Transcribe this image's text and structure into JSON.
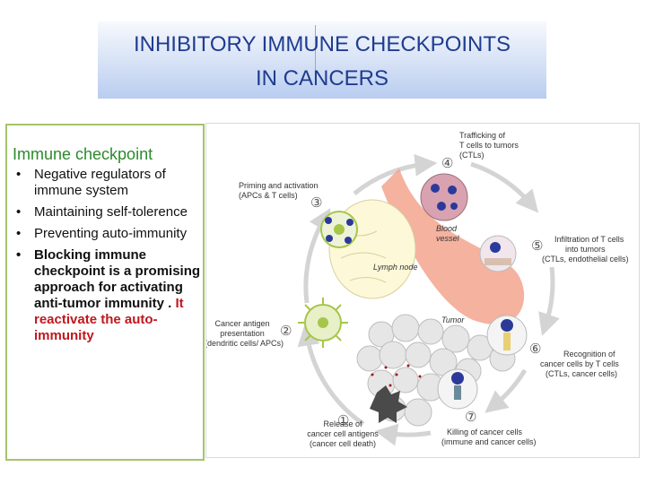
{
  "title": {
    "line1": "INHIBITORY IMMUNE CHECKPOINTS",
    "line2": "IN CANCERS"
  },
  "left_panel": {
    "heading": "Immune checkpoint",
    "bullet": "•",
    "items": [
      {
        "text": "Negative regulators of immune system"
      },
      {
        "text": "Maintaining  self-tolerence"
      },
      {
        "text": "Preventing auto-immunity"
      },
      {
        "text": "Blocking immune checkpoint is a promising approach for activating anti-tumor immunity . ",
        "highlight": "It reactivate  the auto-immunity"
      }
    ]
  },
  "diagram": {
    "steps": [
      {
        "num": "①",
        "line1": "Release of",
        "line2": "cancer cell antigens",
        "line3": "(cancer cell death)"
      },
      {
        "num": "②",
        "line1": "Cancer antigen",
        "line2": "presentation",
        "line3": "(dendritic cells/ APCs)"
      },
      {
        "num": "③",
        "line1": "Priming and activation",
        "line2": "(APCs & T cells)"
      },
      {
        "num": "④",
        "line1": "Trafficking of",
        "line2": "T cells to tumors",
        "line3": "(CTLs)"
      },
      {
        "num": "⑤",
        "line1": "Infiltration of T cells",
        "line2": "into tumors",
        "line3": "(CTLs, endothelial cells)"
      },
      {
        "num": "⑥",
        "line1": "Recognition of",
        "line2": "cancer cells by T cells",
        "line3": "(CTLs, cancer cells)"
      },
      {
        "num": "⑦",
        "line1": "Killing of cancer cells",
        "line2": "(immune and cancer cells)"
      }
    ],
    "labels": {
      "vessel1": "Blood",
      "vessel2": "vessel",
      "lymph": "Lymph node",
      "tumor": "Tumor"
    },
    "colors": {
      "arrow": "#d4d4d4",
      "vessel": "#f2a58e",
      "tcell": "#2b3a9a",
      "apc": "#a6c64a",
      "tumor": "#cfcfcf",
      "title_text": "#1f3c8f",
      "heading": "#2c8a2c",
      "highlight": "#c0171e",
      "border": "#a5c46c"
    }
  }
}
